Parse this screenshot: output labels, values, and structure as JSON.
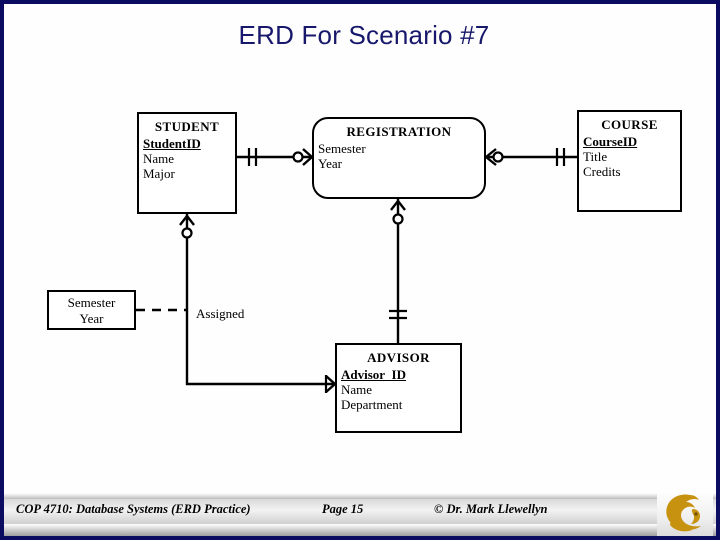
{
  "slide": {
    "title": "ERD For Scenario #7",
    "accent_color": "#17176b",
    "border_color": "#0b0b62",
    "background": "#fefefe"
  },
  "diagram": {
    "type": "entity-relationship-diagram",
    "notation": "crows-foot",
    "entities": [
      {
        "id": "student",
        "name": "STUDENT",
        "shape": "rectangle",
        "attributes": [
          {
            "label": "StudentID",
            "key": true
          },
          {
            "label": "Name",
            "key": false
          },
          {
            "label": "Major",
            "key": false
          }
        ]
      },
      {
        "id": "registration",
        "name": "REGISTRATION",
        "shape": "rounded-rectangle",
        "attributes": [
          {
            "label": "Semester",
            "key": false
          },
          {
            "label": "Year",
            "key": false
          }
        ]
      },
      {
        "id": "course",
        "name": "COURSE",
        "shape": "rectangle",
        "attributes": [
          {
            "label": "CourseID",
            "key": true
          },
          {
            "label": "Title",
            "key": false
          },
          {
            "label": "Credits",
            "key": false
          }
        ]
      },
      {
        "id": "advisor",
        "name": "ADVISOR",
        "shape": "rectangle",
        "attributes": [
          {
            "label": "Advisor_ID",
            "key": true
          },
          {
            "label": "Name",
            "key": false
          },
          {
            "label": "Department",
            "key": false
          }
        ]
      }
    ],
    "attribute_box": {
      "id": "semester-year-box",
      "line1": "Semester",
      "line2": "Year"
    },
    "relationship_label": "Assigned",
    "connectors": [
      {
        "id": "student-registration",
        "from": "student",
        "to": "registration",
        "from_cardinality": "one-and-only-one",
        "to_cardinality": "zero-or-many"
      },
      {
        "id": "registration-course",
        "from": "registration",
        "to": "course",
        "from_cardinality": "zero-or-many",
        "to_cardinality": "one-and-only-one"
      },
      {
        "id": "registration-advisor",
        "from": "registration",
        "to": "advisor",
        "from_cardinality": "zero-or-many",
        "to_cardinality": "one-and-only-one"
      },
      {
        "id": "advisor-student",
        "from": "advisor",
        "to": "student",
        "from_cardinality": "one-or-many",
        "to_cardinality": "zero-or-many"
      },
      {
        "id": "assigned-dashed",
        "from": "semester-year-box",
        "to": "advisor-student",
        "style": "dashed"
      }
    ]
  },
  "footer": {
    "course": "COP 4710: Database Systems  (ERD Practice)",
    "page": "Page 15",
    "credit": "© Dr. Mark Llewellyn"
  },
  "logo": {
    "name": "ucf-pegasus-logo",
    "color": "#c89211"
  }
}
